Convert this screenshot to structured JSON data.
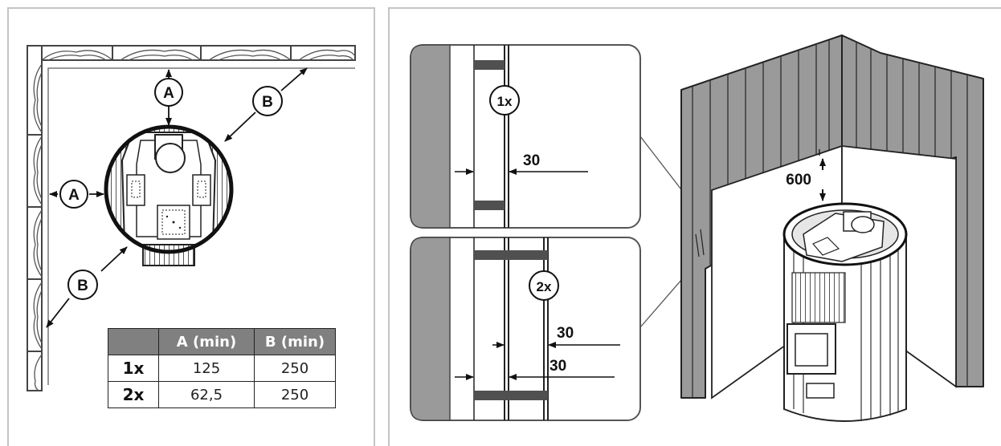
{
  "top_view": {
    "label_a": "A",
    "label_b": "B"
  },
  "clearance_table": {
    "header": [
      "",
      "A (min)",
      "B (min)"
    ],
    "rows": [
      {
        "label": "1x",
        "a": "125",
        "b": "250"
      },
      {
        "label": "2x",
        "a": "62,5",
        "b": "250"
      }
    ]
  },
  "detail_1x": {
    "label": "1x",
    "distance": "30"
  },
  "detail_2x": {
    "label": "2x",
    "distance_1": "30",
    "distance_2": "30"
  },
  "side_view": {
    "ceiling_distance": "600"
  },
  "colors": {
    "wall_gray": "#9a9a9a",
    "bar_dark": "#505050",
    "table_header": "#808080",
    "panel_border": "#c4c4c4"
  }
}
